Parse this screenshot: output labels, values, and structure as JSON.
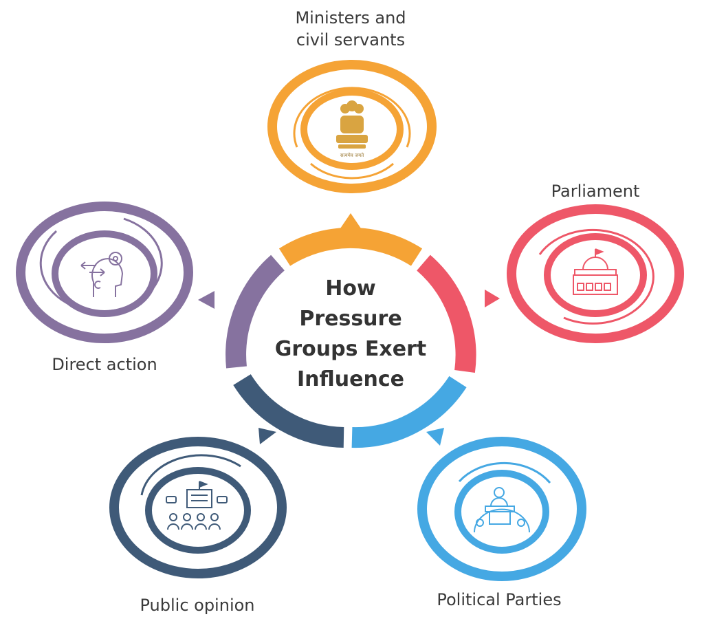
{
  "title": {
    "lines": [
      "How",
      "Pressure",
      "Groups Exert",
      "Influence"
    ]
  },
  "nodes": [
    {
      "id": "ministers",
      "label_lines": [
        "Ministers and",
        "civil servants"
      ],
      "color": "#f5a335",
      "icon": "emblem-icon"
    },
    {
      "id": "parliament",
      "label_lines": [
        "Parliament"
      ],
      "color": "#ee5768",
      "icon": "parliament-building-icon"
    },
    {
      "id": "political-parties",
      "label_lines": [
        "Political Parties"
      ],
      "color": "#45a8e3",
      "icon": "speaker-at-podium-icon"
    },
    {
      "id": "public-opinion",
      "label_lines": [
        "Public opinion"
      ],
      "color": "#3f5a78",
      "icon": "public-gathering-icon"
    },
    {
      "id": "direct-action",
      "label_lines": [
        "Direct action"
      ],
      "color": "#86729f",
      "icon": "head-with-gears-icon"
    }
  ],
  "emblem_caption": "सत्यमेव जयते"
}
